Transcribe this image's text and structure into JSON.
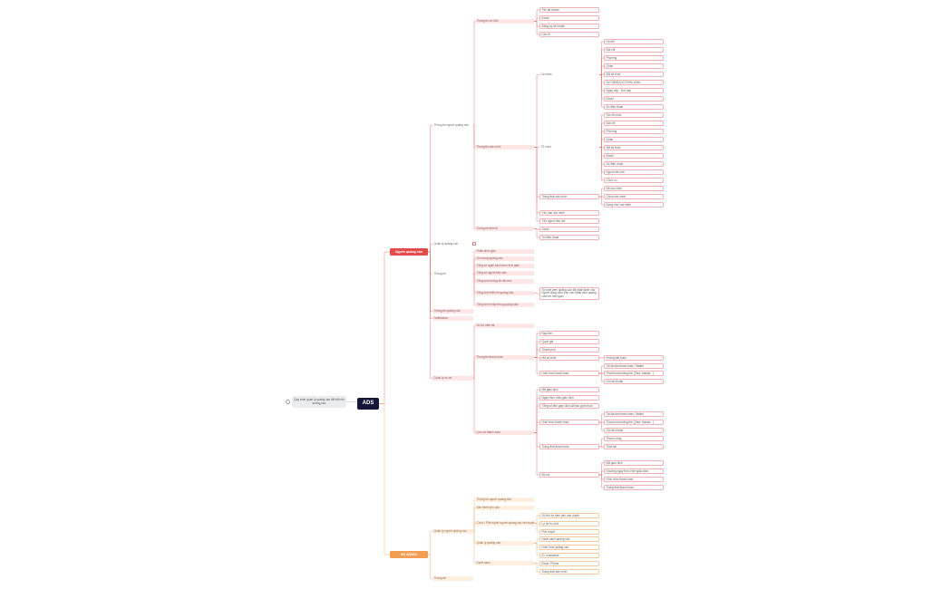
{
  "root": {
    "label": "ADS"
  },
  "description": {
    "label": "Quy trình quản lý quảng cáo để hiển thị quảng cáo"
  },
  "branches": {
    "advertiser": "Người quảng cáo",
    "admin": "BE ADMIN"
  },
  "colors": {
    "line_advertiser": "#e87979",
    "line_admin": "#f2b07a",
    "root_bg": "#15163a",
    "advertiser_bg": "#e34b4b",
    "admin_bg": "#f29d52"
  },
  "nodes": {
    "n1": "Thông tin người quảng cáo",
    "n2": "Thông tin cơ bản",
    "n3": "Tên tài khoản",
    "n4": "Email",
    "n5": "Đăng ký tài khoản",
    "n6": "Cấu lệ",
    "n7": "Họ tên",
    "n8": "Địa chỉ",
    "n9": "Phường",
    "n10": "Quận",
    "n11": "Cá nhân",
    "n12": "Mã số thuế",
    "n13": "Số CMND/CCCD/Hộ chiếu",
    "n14": "Ngày cấp - Nơi cấp",
    "n15": "Email",
    "n16": "Số điện thoại",
    "n17": "Tên tổ chức",
    "n18": "Địa chỉ",
    "n19": "Phường",
    "n20": "Quận",
    "n21": "Thông tin xác minh",
    "n22": "Tổ chức",
    "n23": "Mã số thuế",
    "n24": "Email",
    "n25": "Số điện thoại",
    "n26": "Người liên kết",
    "n27": "Chức vụ",
    "n28": "Đã xác minh",
    "n29": "Trạng thái xác minh",
    "n30": "Chưa xác minh",
    "n31": "Đang chờ xác minh",
    "n32": "Yêu cầu xác minh",
    "n33": "Tên người liên kết",
    "n34": "Thông tin liên hệ",
    "n35": "Email",
    "n36": "Số điện thoại",
    "n37": "Quản lý quảng cáo",
    "n38": "Thống kê",
    "n39": "Phân khúc giới",
    "n40": "Số lượng quảng cáo",
    "n41": "Tổng số ngân sách theo thời gian",
    "n42": "Tổng số người tiếp cận",
    "n43": "Tổng lượt lượng tin đã xem",
    "n44": "Tổng lượt hiển thị quảng cáo",
    "n45": "Số lượt xem quảng cáo đã phát dành cho người dùng xem trọn vẹn hoặc xem quảng cáo lớn thời gian",
    "n46": "Tổng lượt nhấp trong quảng cáo",
    "n47": "Thống kê quảng cáo",
    "n48": "Notification",
    "n49": "Quản lý số dư",
    "n50": "Số dư hiện tại",
    "n51": "Thông tin thanh toán",
    "n52": "Nạp tiền",
    "n53": "Quốc gia",
    "n54": "Thành phố",
    "n55": "Mã số thuế",
    "n56": "Không bắt buộc",
    "n57": "Hình thức thanh toán",
    "n58": "Tài khoản thanh toán / Wallet",
    "n59": "Thanh toán bằng thẻ (Visa, master...)",
    "n60": "Ghi tài khoản",
    "n61": "Lịch sử thanh toán",
    "n62": "Mã giao dịch",
    "n63": "Ngày thực hiện giao dịch",
    "n64": "Tổng số tiền giao dịch đã bao gồm thuế",
    "n65": "Hình thức thanh toán",
    "n66": "Tài khoản thanh toán / Wallet",
    "n67": "Thanh toán bằng thẻ (Visa, master...)",
    "n68": "Ghi tài khoản",
    "n69": "Trạng thái thanh toán",
    "n70": "Thành công",
    "n71": "Thất bại",
    "n72": "Bộ lọc",
    "n73": "Mã giao dịch",
    "n74": "Khoảng ngày thực hiện giao dịch",
    "n75": "Hình thức thanh toán",
    "n76": "Trạng thái thanh toán",
    "n77": "Quản lý người quảng cáo",
    "n78": "Thông tin người quảng cáo",
    "n79": "Xác minh yêu cầu",
    "n80": "Chức / Phê duyệt người quảng cáo xét duyệt",
    "n81": "Số thứ tự theo yêu cầu duyệt",
    "n82": "Lý do từ chối",
    "n83": "Phê duyệt",
    "n84": "Quản lý quảng cáo",
    "n85": "Danh sách quảng cáo",
    "n86": "Hình thức quảng cáo",
    "n87": "ID, username",
    "n88": "Danh sách",
    "n89": "Email, Phone",
    "n90": "Trạng thái xác minh",
    "n91": "Thống kê"
  }
}
